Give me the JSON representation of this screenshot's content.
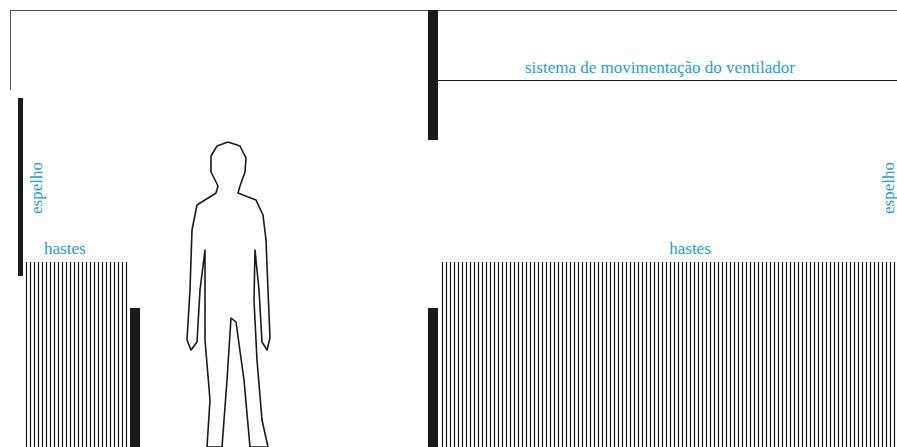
{
  "diagram": {
    "labels": [
      "espelho",
      "hastes",
      "sistema de movimentação do ventilador",
      "hastes",
      "espelho"
    ]
  }
}
